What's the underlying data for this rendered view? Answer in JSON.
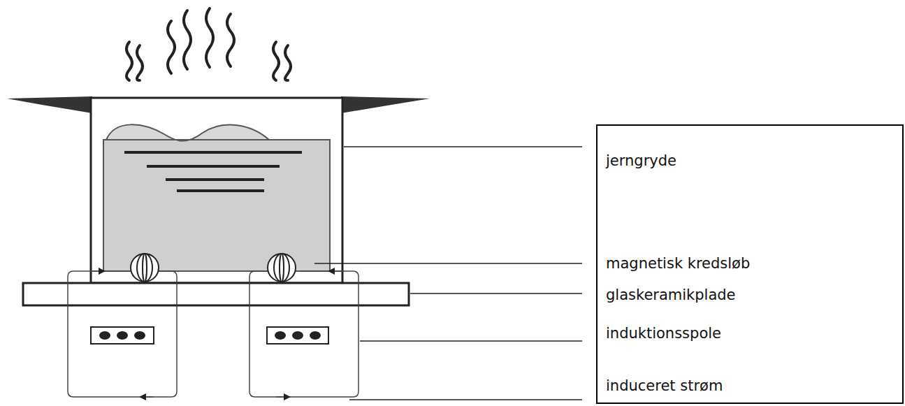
{
  "diagram": {
    "nodes": [
      {
        "text": [
          "jerngryde",
          "magnetisk kredsløb",
          "glaskeramikplade",
          "induktionsspole",
          "induceret strøm"
        ]
      }
    ]
  }
}
